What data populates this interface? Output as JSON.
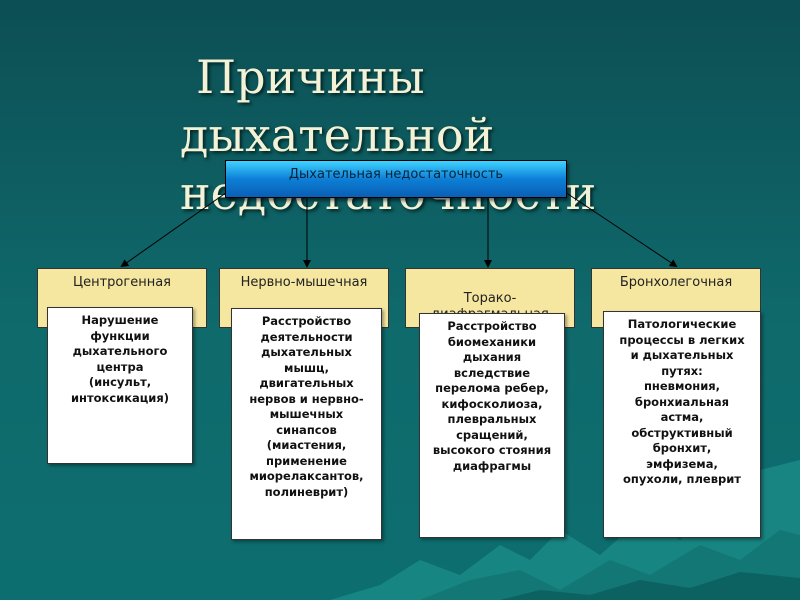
{
  "title": {
    "line1": "Причины",
    "line2": "дыхательной",
    "line3": "недостаточности"
  },
  "root": "Дыхательная недостаточность",
  "categories": [
    {
      "label": "Центрогенная",
      "description": "Нарушение\nфункции\nдыхательного\nцентра\n(инсульт,\nинтоксикация)"
    },
    {
      "label": "Нервно-мышечная",
      "description": "Расстройство\nдеятельности\nдыхательных\nмышц,\nдвигательных\nнервов и нервно-\nмышечных\nсинапсов\n(миастения,\nприменение\nмиорелаксантов,\nполиневрит)"
    },
    {
      "label": "Торако-\nдиафрагмальная",
      "description": "Расстройство\nбиомеханики\nдыхания\nвследствие\nперелома ребер,\nкифосколиоза,\nплевральных\nсращений,\nвысокого стояния\nдиафрагмы"
    },
    {
      "label": "Бронхолегочная",
      "description": "Патологические\nпроцессы в легких\nи дыхательных\nпутях:\nпневмония,\nбронхиальная\nастма,\nобструктивный\nбронхит,\nэмфизема,\nопухоли, плеврит"
    }
  ],
  "colors": {
    "background": "#0f6a6c",
    "category_fill": "#f5e6a0",
    "root_fill": "#0d7fd6"
  }
}
